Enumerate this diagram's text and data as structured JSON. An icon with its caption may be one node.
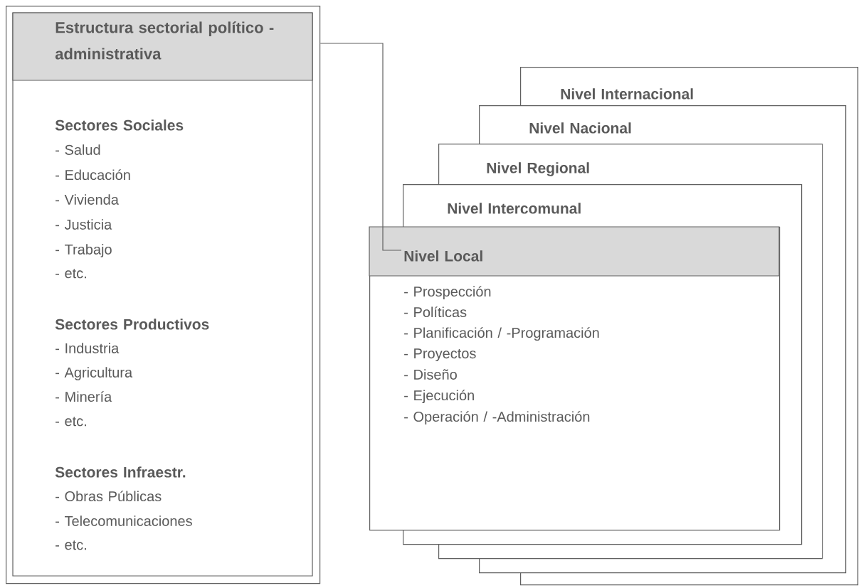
{
  "diagram": {
    "nodes": [
      {
        "text": [
          "Estructura sectorial político - administrativa",
          "Sectores Sociales",
          "- Salud",
          "- Educación",
          "- Vivienda",
          "- Justicia",
          "- Trabajo",
          "- etc.",
          "Sectores Productivos",
          "- Industria",
          "- Agricultura",
          "- Minería",
          "- etc.",
          "Sectores Infraestr.",
          "- Obras Públicas",
          "- Telecomunicaciones",
          "- etc."
        ]
      },
      {
        "text": [
          "Nivel Internacional"
        ]
      },
      {
        "text": [
          "Nivel Nacional"
        ]
      },
      {
        "text": [
          "Nivel Regional"
        ]
      },
      {
        "text": [
          "Nivel Intercomunal"
        ]
      },
      {
        "text": [
          "Nivel Local",
          "- Prospección",
          "- Políticas",
          "- Planificación / -Programación",
          "- Proyectos",
          "- Diseño",
          "- Ejecución",
          "- Operación / -Administración"
        ]
      }
    ],
    "edges": [
      {
        "from": 0,
        "to": 5,
        "arrow": "none"
      }
    ]
  }
}
